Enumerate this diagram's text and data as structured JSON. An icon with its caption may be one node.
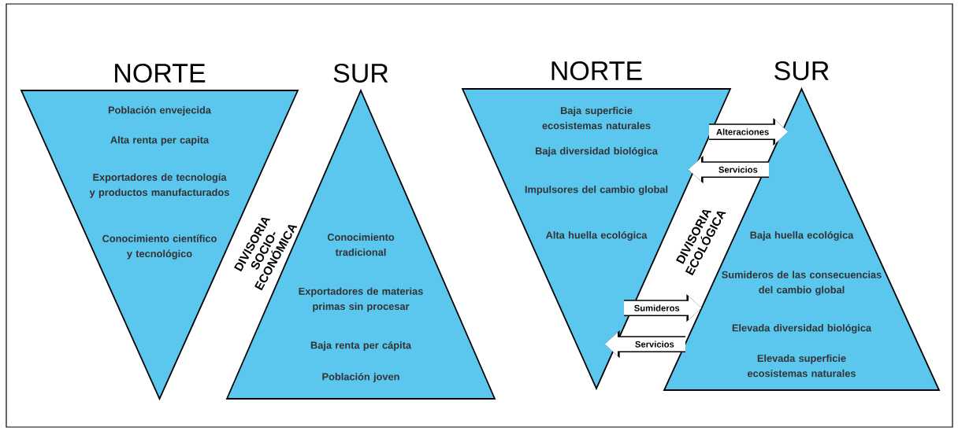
{
  "diagram": {
    "nodes": [
      {
        "text": [
          "NORTE",
          "Población envejecida",
          "Alta renta per capita",
          "Exportadores de tecnología y productos manufacturados",
          "Conocimiento científico y tecnológico"
        ]
      },
      {
        "text": [
          "SUR",
          "Conocimiento tradicional",
          "Exportadores de materias primas sin procesar",
          "Baja renta per cápita",
          "Población joven"
        ]
      },
      {
        "text": [
          "NORTE",
          "Baja superficie ecosistemas naturales",
          "Baja diversidad biológica",
          "Impulsores del cambio global",
          "Alta huella ecológica"
        ]
      },
      {
        "text": [
          "SUR",
          "Baja huella ecológica",
          "Sumideros de las consecuencias del cambio global",
          "Elevada diversidad biológica",
          "Elevada superficie ecosistemas naturales"
        ]
      }
    ],
    "edges": [
      {
        "from": 2,
        "to": 3,
        "arrow": "to",
        "label": "Alteraciones"
      },
      {
        "from": 3,
        "to": 2,
        "arrow": "to",
        "label": "Servicios"
      },
      {
        "from": 2,
        "to": 3,
        "arrow": "to",
        "label": "Sumideros"
      },
      {
        "from": 3,
        "to": 2,
        "arrow": "to",
        "label": "Servicios"
      }
    ],
    "labels": [
      "DIVISORIA SOCIO-ECONÓMICA",
      "DIVISORIA ECOLÓGICA"
    ]
  }
}
